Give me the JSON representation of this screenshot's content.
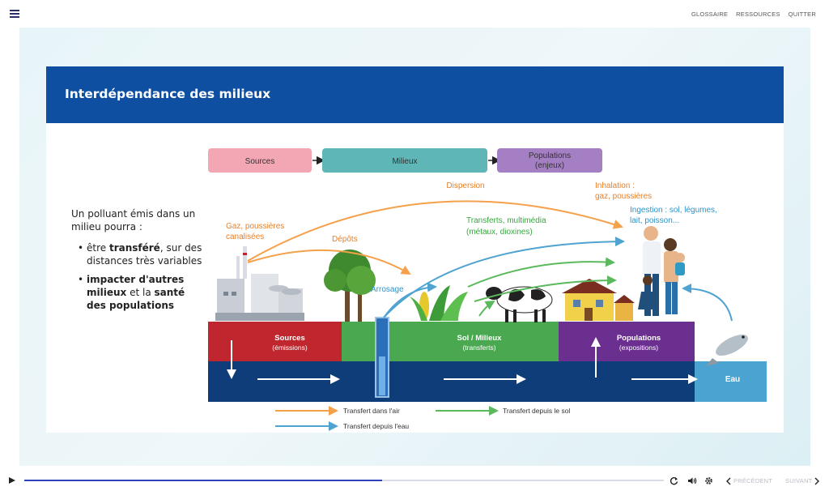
{
  "top_nav": {
    "glossary": "GLOSSAIRE",
    "resources": "RESSOURCES",
    "quit": "QUITTER"
  },
  "slide": {
    "title": "Interdépendance des milieux",
    "intro": "Un polluant émis dans un milieu pourra :",
    "bullet1": {
      "pre": "être ",
      "bold": "transféré",
      "post": ", sur des distances très variables"
    },
    "bullet2": {
      "bold1": "impacter d'autres milieux",
      "mid": " et la ",
      "bold2": "santé des populations"
    }
  },
  "diagram": {
    "header_boxes": {
      "sources": "Sources",
      "milieux": "Milieux",
      "populations_line1": "Populations",
      "populations_line2": "(enjeux)"
    },
    "labels": {
      "dispersion": "Dispersion",
      "gaz_line1": "Gaz, poussières",
      "gaz_line2": "canalisées",
      "depots": "Dépôts",
      "transferts_line1": "Transferts, multimédia",
      "transferts_line2": "(métaux, dioxines)",
      "inhalation_line1": "Inhalation :",
      "inhalation_line2": "gaz, poussières",
      "ingestion_line1": "Ingestion : sol, légumes,",
      "ingestion_line2": "lait, poisson...",
      "arrosage": "Arrosage"
    },
    "ground": {
      "sources_title": "Sources",
      "sources_sub": "(émissions)",
      "sol_title": "Sol / Milieux",
      "sol_sub": "(transferts)",
      "populations_title": "Populations",
      "populations_sub": "(expositions)",
      "eau": "Eau"
    },
    "legend": {
      "air": "Transfert dans l'air",
      "sol": "Transfert depuis le sol",
      "eau": "Transfert depuis l'eau"
    },
    "colors": {
      "air": "#f5a04a",
      "sol": "#5cb85c",
      "eau": "#4fa3d1",
      "sources_band": "#c0262e",
      "sol_band": "#4aa851",
      "populations_band": "#6a2f8f",
      "water_band": "#0f3d7a",
      "eau_band": "#4aa3d1"
    }
  },
  "player": {
    "previous": "PRÉCÉDENT",
    "next": "SUIVANT",
    "progress": 0.56
  }
}
